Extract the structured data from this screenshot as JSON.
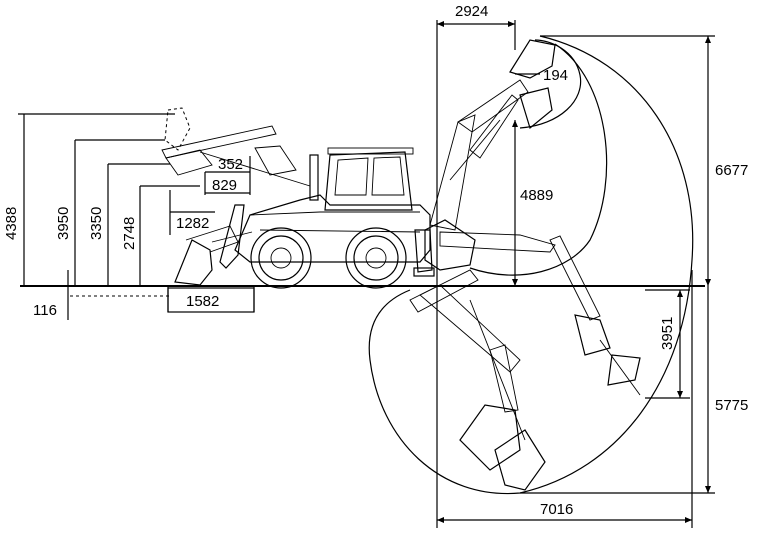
{
  "dimensions": {
    "reach_top": "2924",
    "bucket_offset": "194",
    "total_height": "6677",
    "boom_height": "4889",
    "load_height_max": "4388",
    "load_height_2": "3950",
    "load_height_3": "3350",
    "dump_height": "2748",
    "dump_reach_small": "352",
    "dump_reach_mid": "829",
    "dump_reach_large": "1282",
    "dig_depth_below": "116",
    "front_overhang": "1582",
    "trench_depth": "3951",
    "max_dig_depth": "5775",
    "max_reach": "7016"
  }
}
